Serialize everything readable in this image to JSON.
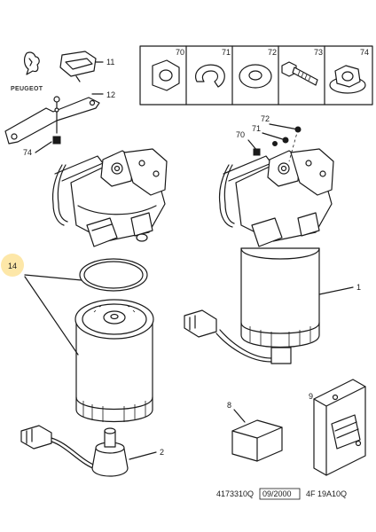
{
  "brand": {
    "name": "PEUGEOT",
    "logo_icon": "lion-logo"
  },
  "callouts": {
    "c1": "1",
    "c2": "2",
    "c8": "8",
    "c9": "9",
    "c11": "11",
    "c12": "12",
    "c14": "14",
    "c70": "70",
    "c71": "71",
    "c72": "72",
    "c73": "73",
    "c74": "74"
  },
  "hardware_table": {
    "headers": [
      "70",
      "71",
      "72",
      "73",
      "74"
    ],
    "icons": [
      "hex-nut-icon",
      "spring-washer-icon",
      "flat-washer-icon",
      "hex-bolt-icon",
      "flange-nut-icon"
    ]
  },
  "footer": {
    "ref_number": "4173310Q",
    "date": "09/2000",
    "code": "4F 19A10Q"
  },
  "highlight": {
    "callout": "14",
    "color": "#fde7a8"
  }
}
